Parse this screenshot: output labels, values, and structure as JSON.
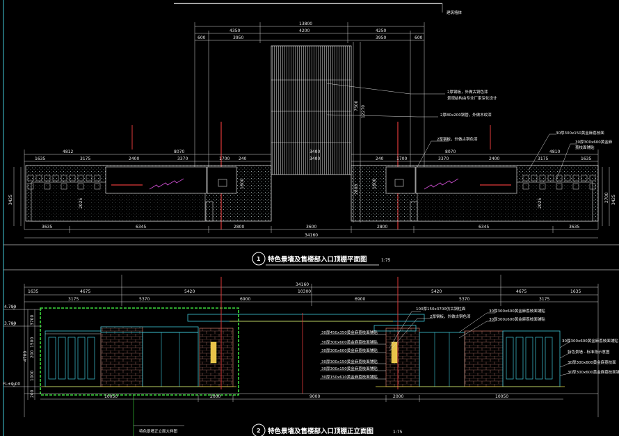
{
  "plan": {
    "title": "特色景墙及售楼部入口顶棚平面图",
    "number": "1",
    "scale": "1:75",
    "top_note": "建筑墙体",
    "dims_top_row1": [
      "13800"
    ],
    "dims_top_row2": [
      "4350",
      "4200",
      "4250"
    ],
    "dims_top_row3": [
      "600",
      "3950",
      "3950",
      "600"
    ],
    "dims_mid_left": [
      "4812",
      "8070"
    ],
    "dims_mid_right": [
      "8070",
      "4810"
    ],
    "dims_row_left": [
      "1635",
      "3175",
      "2400",
      "3370",
      "1700",
      "240"
    ],
    "dims_row_right": [
      "240",
      "1700",
      "3370",
      "2400",
      "3175",
      "1635"
    ],
    "dims_bottom_row1": [
      "3635",
      "6345",
      "2800",
      "3600",
      "2800",
      "6345",
      "3635"
    ],
    "dims_total": "34160",
    "dims_vertical_left": [
      "3425"
    ],
    "dims_vertical_right": [
      "2700",
      "3425"
    ],
    "dims_vertical_center": [
      "7500",
      "12270",
      "2800"
    ],
    "dims_inside": [
      "1600",
      "2025",
      "1600",
      "2025",
      "3400",
      "3400"
    ],
    "notes": [
      "2厚钢板，外做古铜色漆",
      "景观结构由专业厂家深化设计",
      "2厚80x200钢管，外做木纹漆",
      "2厚钢板，外做古铜色漆",
      "30厚300x150黄金麻荔枝面",
      "30厚300x600黄金麻",
      "荔枝面铺贴"
    ]
  },
  "elevation": {
    "title": "特色景墙及售楼部入口顶棚正立面图",
    "number": "2",
    "scale": "1:75",
    "dims_top_total": "34160",
    "dims_top_center": "10300",
    "dims_top_row2": [
      "1635",
      "4675",
      "5420",
      "5420",
      "4675",
      "1635"
    ],
    "dims_top_row3": [
      "3175",
      "5370",
      "6900",
      "6900",
      "5370",
      "3175"
    ],
    "levels": [
      "4.700",
      "3.700",
      "FL±0.00"
    ],
    "dims_vertical_left": [
      "4700",
      "3700",
      "1500",
      "200",
      "1000",
      "200"
    ],
    "dims_bottom": [
      "10050",
      "2000",
      "9000",
      "2000",
      "10050"
    ],
    "notes_center": [
      "100厚150x3700仿古铜柱面",
      "2厚钢板，外做古铜色漆",
      "30厚450x350黄金麻荔枝面铺贴",
      "30厚300x600黄金麻荔枝面铺贴",
      "30厚300x600黄金麻荔枝面铺贴",
      "30厚300x150黄金麻荔枝面铺贴",
      "30厚300x150黄金麻荔枝面铺贴",
      "30厚150x610黄金麻荔枝面铺贴"
    ],
    "notes_right": [
      "30厚300x600黄金麻荔枝面铺贴",
      "30厚300x600黄金麻荔枝面铺贴",
      "30厚300x600黄金麻荔枝面铺贴",
      "特色景墙 - 标准段示意图",
      "30厚300x600黄金麻荔枝面",
      "30厚300x600黄金麻荔枝面铺贴"
    ],
    "left_note": "特色景墙正立面大样图"
  },
  "colors": {
    "background": "#000000",
    "cyan": "#3fc7d9",
    "green": "#3ddc3d",
    "yellow": "#e8e04a",
    "red": "#e03a3a",
    "white": "#eeeeee",
    "brick": "#b46a5a",
    "magenta": "#c54bc8"
  }
}
